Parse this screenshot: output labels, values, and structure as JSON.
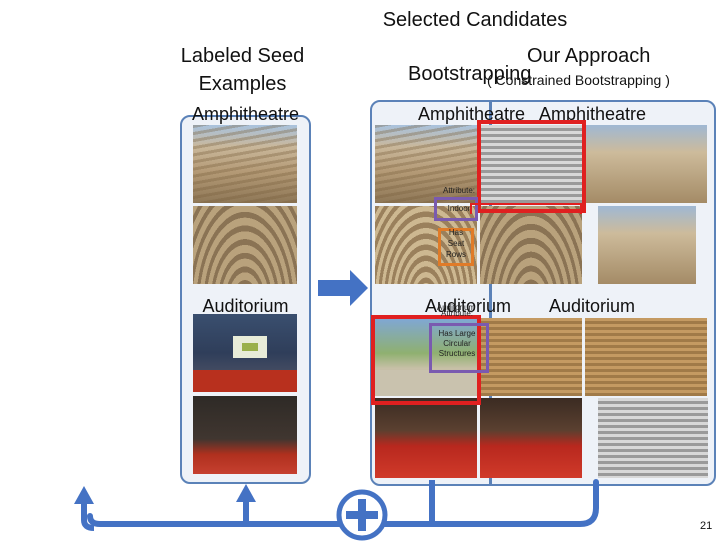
{
  "header": {
    "selected_candidates": "Selected Candidates",
    "labeled_seed_line1": "Labeled Seed",
    "labeled_seed_line2": "Examples",
    "our_approach": "Our Approach",
    "bootstrapping": "Bootstrapping",
    "constrained": "( Constrained Bootstrapping )"
  },
  "left_panel": {
    "category_1": "Amphitheatre",
    "category_2": "Auditorium"
  },
  "right_panel": {
    "col1_cat1": "Amphitheatre",
    "col2_cat1": "Amphitheatre",
    "col1_cat2": "Auditorium",
    "col2_cat2": "Auditorium",
    "overlap_label": "Auditorium"
  },
  "annotations": {
    "attribute_1_line1": "Attribute:",
    "attribute_1_line2": "Indoor",
    "attribute_2_line1": "Has",
    "attribute_2_line2": "Seat",
    "attribute_2_line3": "Rows",
    "attribute_3_line1": "Attribute:",
    "attribute_3_line2": "Has Large",
    "attribute_3_line3": "Circular",
    "attribute_3_line4": "Structures"
  },
  "page_number": "21",
  "colors": {
    "arrow_blue": "#4472c4",
    "panel_border": "#5b82b8",
    "red_box": "#e02020",
    "orange_box": "#e07b28",
    "purple_box": "#7a5ab0"
  },
  "icons": [
    "right-arrow-icon",
    "plus-circle-icon",
    "up-arrow-icon"
  ]
}
